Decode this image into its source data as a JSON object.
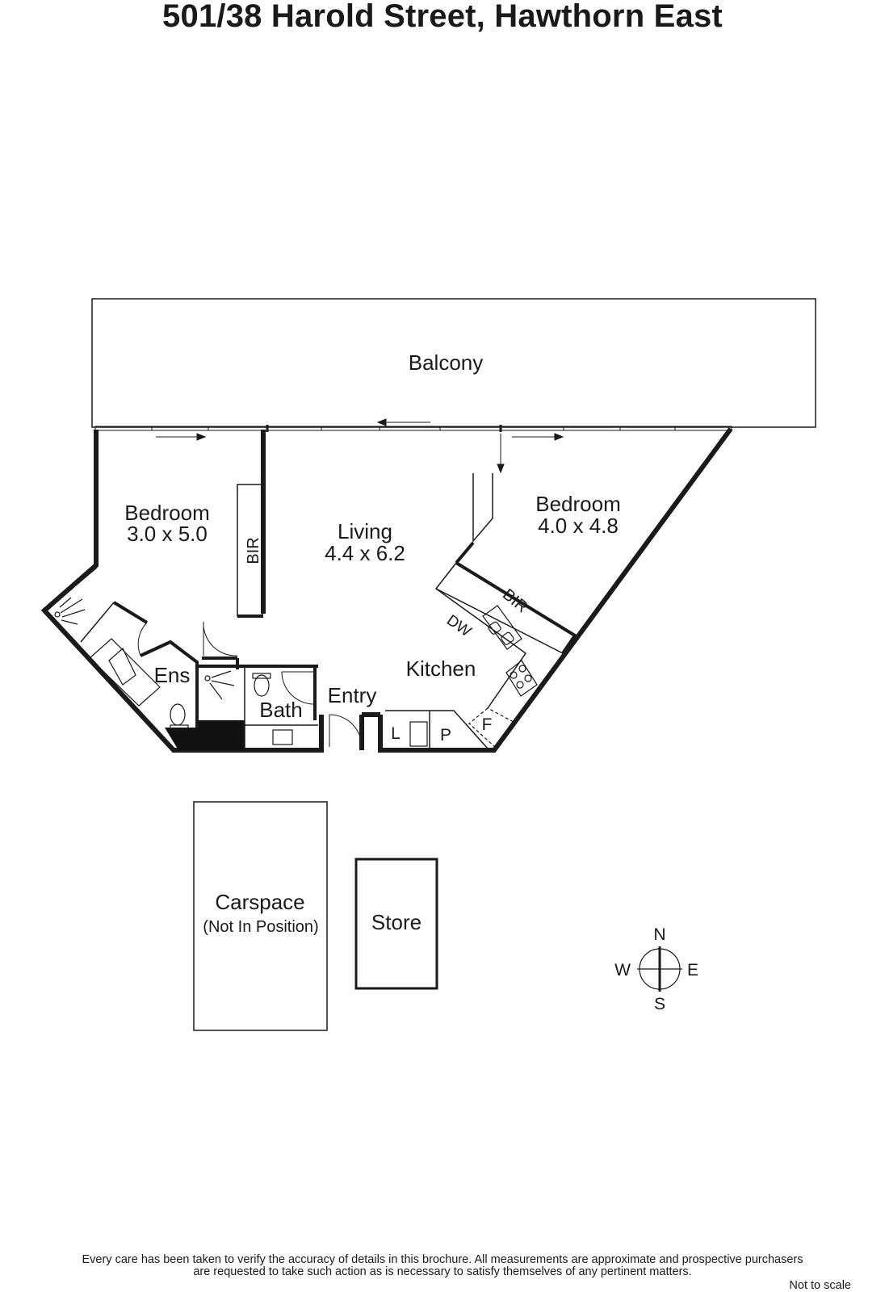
{
  "title": "501/38 Harold Street, Hawthorn East",
  "rooms": {
    "balcony": "Balcony",
    "bedroom1_name": "Bedroom",
    "bedroom1_size": "3.0 x 5.0",
    "bedroom2_name": "Bedroom",
    "bedroom2_size": "4.0 x 4.8",
    "living_name": "Living",
    "living_size": "4.4 x 6.2",
    "kitchen": "Kitchen",
    "entry": "Entry",
    "bath": "Bath",
    "ens": "Ens",
    "bir1": "BIR",
    "bir2": "BIR",
    "dw": "DW",
    "laundry": "L",
    "pantry": "P",
    "fridge": "F",
    "carspace": "Carspace",
    "carspace_note": "(Not In Position)",
    "store": "Store"
  },
  "compass": {
    "n": "N",
    "s": "S",
    "e": "E",
    "w": "W"
  },
  "disclaimer_line1": "Every care has been taken to verify the accuracy of details in this brochure.  All measurements are approximate and prospective purchasers",
  "disclaimer_line2": "are requested to take such action as is necessary to satisfy themselves of any pertinent matters.",
  "not_to_scale": "Not to scale"
}
